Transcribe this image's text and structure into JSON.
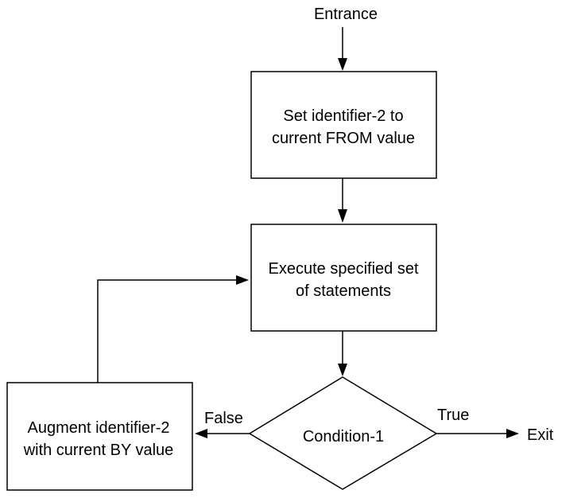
{
  "nodes": {
    "entrance": "Entrance",
    "set_box": {
      "line1": "Set identifier-2 to",
      "line2": "current FROM value"
    },
    "execute_box": {
      "line1": "Execute specified set",
      "line2": "of statements"
    },
    "condition": "Condition-1",
    "augment_box": {
      "line1": "Augment identifier-2",
      "line2": "with current BY value"
    },
    "exit": "Exit"
  },
  "edges": {
    "false_label": "False",
    "true_label": "True"
  }
}
